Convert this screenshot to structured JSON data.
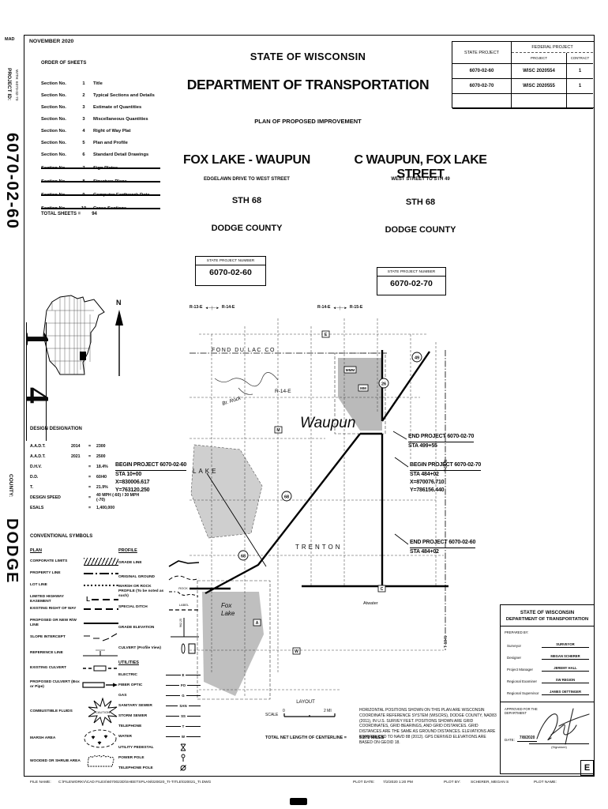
{
  "left_margin": {
    "top_code": "MAD",
    "project_id_label": "PROJECT ID:",
    "with_label": "WITH:  6070-02-70",
    "project_id": "6070-02-60",
    "county_label": "COUNTY:",
    "county": "DODGE",
    "sheet_fraction_top": "1",
    "sheet_fraction_bottom": "4"
  },
  "header": {
    "date": "NOVEMBER 2020",
    "state": "STATE OF WISCONSIN",
    "department": "DEPARTMENT OF TRANSPORTATION",
    "plan_line": "PLAN OF PROPOSED IMPROVEMENT"
  },
  "order_of_sheets": {
    "title": "ORDER OF SHEETS",
    "rows": [
      {
        "label": "Section No.",
        "no": "1",
        "title": "Title"
      },
      {
        "label": "Section No.",
        "no": "2",
        "title": "Typical Sections and Details"
      },
      {
        "label": "Section No.",
        "no": "3",
        "title": "Estimate of Quantities"
      },
      {
        "label": "Section No.",
        "no": "3",
        "title": "Miscellaneous Quantities"
      },
      {
        "label": "Section No.",
        "no": "4",
        "title": "Right of Way Plat"
      },
      {
        "label": "Section No.",
        "no": "5",
        "title": "Plan and Profile"
      },
      {
        "label": "Section No.",
        "no": "6",
        "title": "Standard Detail Drawings"
      }
    ],
    "struck_rows": [
      {
        "label": "Section No.",
        "no": "7",
        "title": "Sign Plates"
      },
      {
        "label": "Section No.",
        "no": "8",
        "title": "Structure Plans"
      },
      {
        "label": "Section No.",
        "no": "9",
        "title": "Computer Earthwork Data"
      },
      {
        "label": "Section No.",
        "no": "10",
        "title": "Cross Sections"
      }
    ],
    "total_label": "TOTAL SHEETS =",
    "total_value": "94"
  },
  "projects_header": [
    {
      "title": "FOX LAKE - WAUPUN",
      "limits": "EDGELAWN DRIVE TO WEST STREET",
      "route": "STH 68",
      "county": "DODGE COUNTY",
      "spn_label": "STATE PROJECT NUMBER",
      "spn": "6070-02-60"
    },
    {
      "title": "C WAUPUN, FOX LAKE STREET",
      "limits": "WEST STREET TO STH 49",
      "route": "STH 68",
      "county": "DODGE COUNTY",
      "spn_label": "STATE PROJECT NUMBER",
      "spn": "6070-02-70"
    }
  ],
  "federal_table": {
    "state_project_header": "STATE PROJECT",
    "federal_project_header": "FEDERAL PROJECT",
    "project_col": "PROJECT",
    "contract_col": "CONTRACT",
    "rows": [
      {
        "state": "6070-02-60",
        "federal": "WISC 2020554",
        "contract": "1"
      },
      {
        "state": "6070-02-70",
        "federal": "WISC 2020555",
        "contract": "1"
      },
      {
        "state": "",
        "federal": "",
        "contract": ""
      }
    ]
  },
  "design_designation": {
    "title": "DESIGN DESIGNATION",
    "rows": [
      {
        "label": "A.A.D.T.",
        "year": "2014",
        "eq": "=",
        "value": "2300"
      },
      {
        "label": "A.A.D.T.",
        "year": "2021",
        "eq": "=",
        "value": "2500"
      },
      {
        "label": "D.H.V.",
        "year": "",
        "eq": "=",
        "value": "18.4%"
      },
      {
        "label": "D.D.",
        "year": "",
        "eq": "=",
        "value": "60/40"
      },
      {
        "label": "T.",
        "year": "",
        "eq": "=",
        "value": "21.9%"
      },
      {
        "label": "DESIGN SPEED",
        "year": "",
        "eq": "=",
        "value": "40 MPH (-60) / 30 MPH (-70)"
      },
      {
        "label": "ESALS",
        "year": "",
        "eq": "=",
        "value": "1,400,000"
      }
    ]
  },
  "annotations": {
    "begin60": {
      "line1": "BEGIN PROJECT 6070-02-60",
      "l2": "STA 10+00",
      "l3": "X=830006.617",
      "l4": "Y=763120.250"
    },
    "end70": {
      "line1": "END PROJECT 6070-02-70",
      "l2": "STA 499+55"
    },
    "begin70": {
      "line1": "BEGIN PROJECT 6070-02-70",
      "l2": "STA 484+02",
      "l3": "X=870076.710",
      "l4": "Y=786156.440"
    },
    "end60": {
      "line1": "END PROJECT 6070-02-60",
      "l2": "STA 484+02"
    }
  },
  "map": {
    "ranges": [
      {
        "a": "R-13-E",
        "b": "R-14-E"
      },
      {
        "a": "R-14-E",
        "b": "R-15-E"
      }
    ],
    "county_line_label": "FOND DU LAC CO",
    "township_grid_label": "R-14-E",
    "river_label": "Br. Rock",
    "city_waupun": "Waupun",
    "town_lake": "LAKE",
    "town_trenton": "TRENTON",
    "village_fox": "Fox",
    "village_lake": "Lake",
    "atwater": "Atwater",
    "t_labels": [
      "T-14-N",
      "T-13-N"
    ],
    "shields": [
      "68",
      "68",
      "26",
      "49"
    ],
    "markers": [
      "E",
      "MMM",
      "MM",
      "M",
      "W",
      "A",
      "C"
    ]
  },
  "scale_block": {
    "layout_label": "LAYOUT",
    "scale_label": "SCALE",
    "zero": "0",
    "two_mi": "2 MI",
    "length_label": "TOTAL NET LENGTH OF CENTERLINE =",
    "length_value": "9.272 MILES"
  },
  "notes": "HORIZONTAL POSITIONS SHOWN ON THIS PLAN ARE WISCONSIN COORDINATE REFERENCE SYSTEM (WISCRS), DODGE COUNTY, NAD83 (2011), IN U.S. SURVEY FEET. POSITIONS SHOWN ARE GRID COORDINATES, GRID BEARINGS, AND GRID DISTANCES. GRID DISTANCES ARE THE SAME AS GROUND DISTANCES. ELEVATIONS ARE REFERENCED TO NAVD 88 (2012). GPS DERIVED ELEVATIONS ARE BASED ON GEOID 18.",
  "symbols": {
    "title": "CONVENTIONAL SYMBOLS",
    "plan_header": "PLAN",
    "plan": [
      "CORPORATE LIMITS",
      "PROPERTY LINE",
      "LOT LINE",
      "LIMITED HIGHWAY EASEMENT",
      "EXISTING RIGHT OF WAY",
      "PROPOSED OR NEW R/W LINE",
      "SLOPE INTERCEPT",
      "REFERENCE LINE",
      "EXISTING CULVERT",
      "PROPOSED CULVERT (Box or Pipe)",
      "COMBUSTIBLE FLUIDS",
      "MARSH AREA",
      "WOODED OR SHRUB AREA"
    ],
    "profile_header": "PROFILE",
    "profile": [
      "GRADE LINE",
      "ORIGINAL GROUND",
      "MARSH OR ROCK PROFILE (To be noted as such)",
      "SPECIAL DITCH",
      "GRADE ELEVATION",
      "CULVERT (Profile View)"
    ],
    "rock_word": "ROCK",
    "ditch_word": "LABEL",
    "caution_word": "CAUTION",
    "grade_elev_value": "962.25",
    "utilities_header": "UTILITIES",
    "utility_lines": [
      {
        "label": "ELECTRIC",
        "letter": "E"
      },
      {
        "label": "FIBER OPTIC",
        "letter": "FO"
      },
      {
        "label": "GAS",
        "letter": "G"
      },
      {
        "label": "SANITARY SEWER",
        "letter": "SAN"
      },
      {
        "label": "STORM SEWER",
        "letter": "SS"
      },
      {
        "label": "TELEPHONE",
        "letter": "T"
      },
      {
        "label": "WATER",
        "letter": "W"
      }
    ],
    "utility_points": [
      {
        "label": "UTILITY PEDESTAL"
      },
      {
        "label": "POWER POLE"
      },
      {
        "label": "TELEPHONE POLE"
      }
    ]
  },
  "title_block": {
    "agency1": "STATE OF WISCONSIN",
    "agency2": "DEPARTMENT OF TRANSPORTATION",
    "prepared_by": "PREPARED BY:",
    "roles": [
      {
        "role": "Surveyor",
        "name": "SURVEYOR"
      },
      {
        "role": "Designer",
        "name": "MEGAN SCHERER"
      },
      {
        "role": "Project Manager",
        "name": "JEREMY HALL"
      },
      {
        "role": "Regional Examiner",
        "name": "SW REGION"
      },
      {
        "role": "Regional Supervisor",
        "name": "JAMES OETTINGER"
      }
    ],
    "approved": "APPROVED FOR THE DEPARTMENT",
    "date_label": "DATE:",
    "date_value": "7/8/2020",
    "signature_caption": "(Signature)",
    "sheet_letter": "E"
  },
  "footer": {
    "file_label": "FILE NAME:",
    "file_value": "C:\\FILEWORKV\\CAD FILES\\6070023D\\SHEETSPLAN\\020020_TI-TITLE\\020021_TI.DWG",
    "plot_date_label": "PLOT DATE:",
    "plot_date_value": "7/2/2020 1:20 PM",
    "plot_by_label": "PLOT BY:",
    "plot_by_value": "SCHERER, MEGAN S",
    "plot_name_label": "PLOT NAME:"
  }
}
